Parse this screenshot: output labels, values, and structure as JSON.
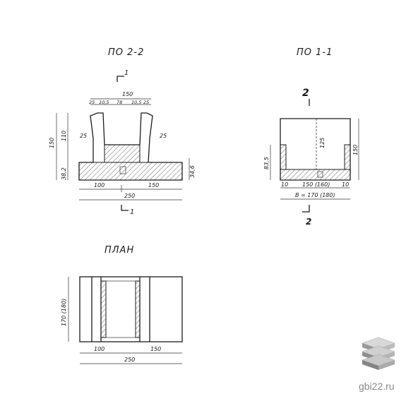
{
  "views": {
    "section_2_2": {
      "title": "ПО 2-2",
      "cut_label": "1",
      "cut_label_bottom": "1",
      "dims": {
        "top_total": "150",
        "top_parts": [
          "25",
          "10,5",
          "78",
          "10,5",
          "25"
        ],
        "left_height_total": "150",
        "left_height_upper": "110",
        "left_height_lower": "38,2",
        "left_side": "25",
        "right_side": "25",
        "right_height": "34,6",
        "bottom_left": "100",
        "bottom_right": "150",
        "bottom_total": "250"
      }
    },
    "section_1_1": {
      "title": "ПО 1-1",
      "cut_label_top": "2",
      "cut_label_bottom": "2",
      "dims": {
        "inner_height": "125",
        "right_height": "150",
        "left_height": "83,5",
        "bottom_left": "10",
        "bottom_mid": "150 (160)",
        "bottom_right": "10",
        "bottom_total": "В = 170 (180)"
      }
    },
    "plan": {
      "title": "ПЛАН",
      "dims": {
        "left_height": "170 (180)",
        "bottom_left": "100",
        "bottom_right": "150",
        "bottom_total": "250"
      }
    }
  },
  "watermark": {
    "text": "gbi22.ru",
    "icon": "stacked-slabs-icon",
    "color": "#8a8a8a"
  }
}
